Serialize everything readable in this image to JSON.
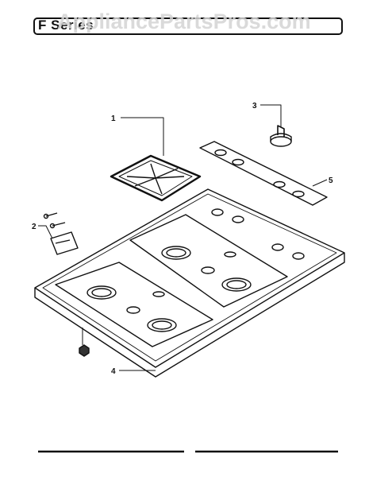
{
  "header": {
    "series_label": "F Series",
    "watermark": "AppliancePartsPros.com"
  },
  "callouts": {
    "c1": "1",
    "c2": "2",
    "c3": "3",
    "c4": "4",
    "c5": "5"
  }
}
